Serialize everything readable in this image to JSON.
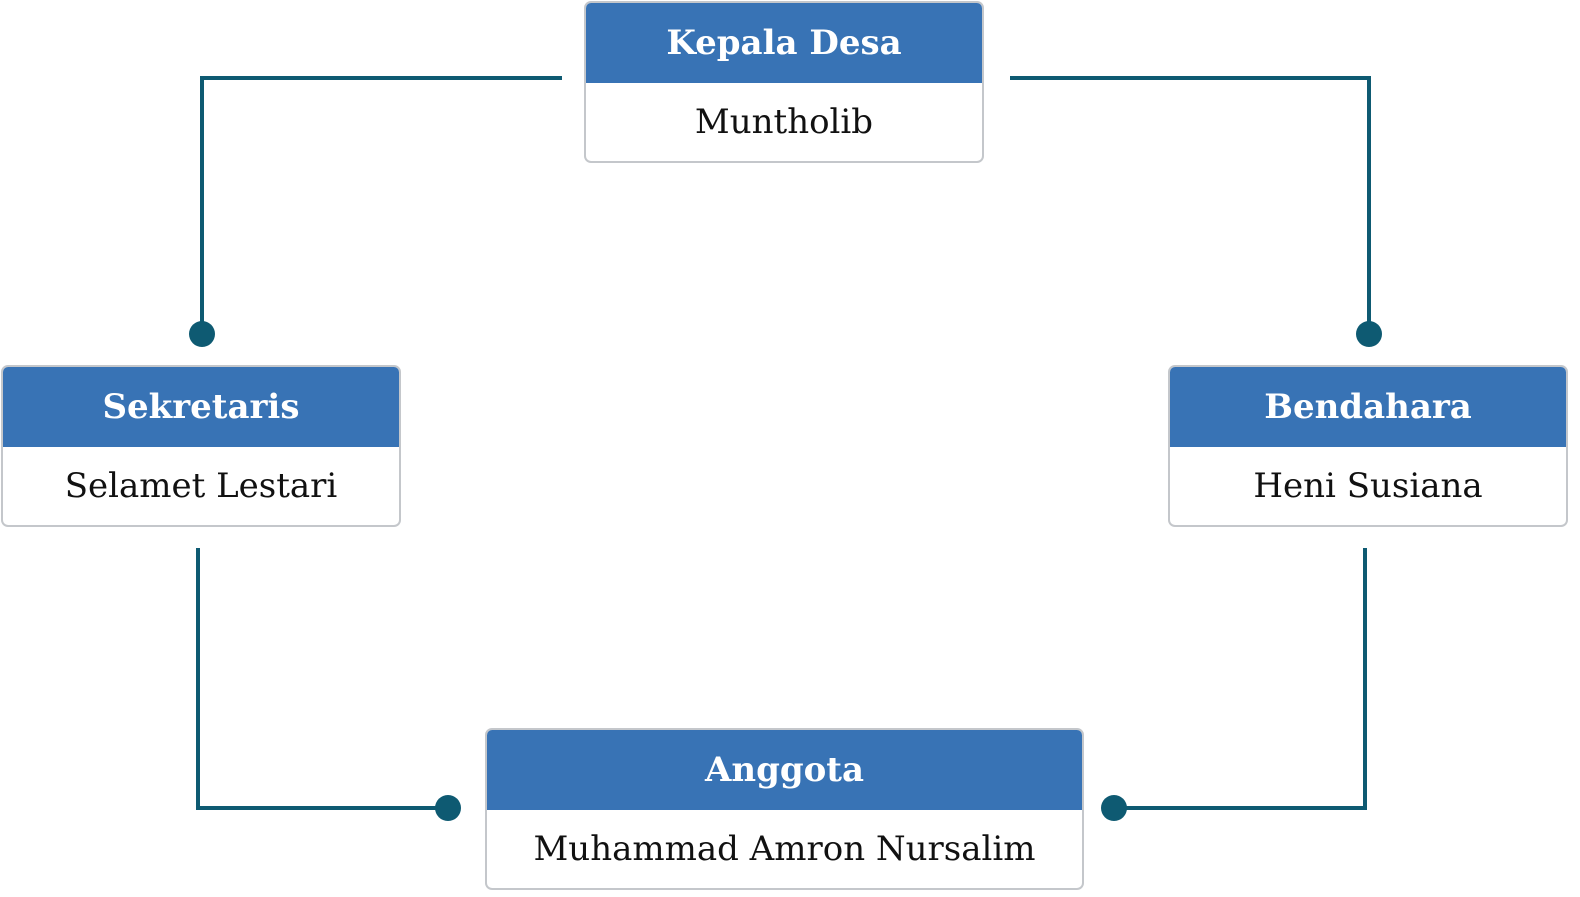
{
  "colors": {
    "header_fill": "#3873b5",
    "connector": "#0e5a72",
    "card_border": "#c4c7cb"
  },
  "nodes": {
    "kepala_desa": {
      "role": "Kepala Desa",
      "name": "Muntholib"
    },
    "sekretaris": {
      "role": "Sekretaris",
      "name": "Selamet Lestari"
    },
    "bendahara": {
      "role": "Bendahara",
      "name": "Heni Susiana"
    },
    "anggota": {
      "role": "Anggota",
      "name": "Muhammad Amron Nursalim"
    }
  },
  "connections": [
    {
      "from": "kepala_desa",
      "to": "sekretaris"
    },
    {
      "from": "kepala_desa",
      "to": "bendahara"
    },
    {
      "from": "sekretaris",
      "to": "anggota"
    },
    {
      "from": "bendahara",
      "to": "anggota"
    }
  ]
}
